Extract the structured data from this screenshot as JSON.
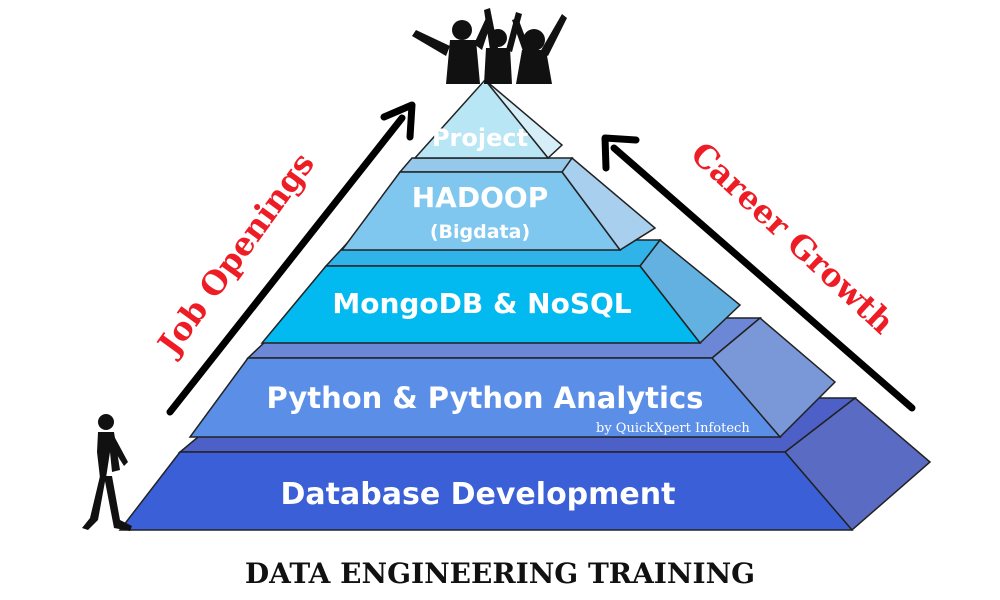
{
  "diagram": {
    "title": "DATA ENGINEERING TRAINING",
    "credit": "by QuickXpert Infotech",
    "left_label": "Job Openings",
    "right_label": "Career Growth",
    "tiers": [
      {
        "label": "Database Development",
        "color": "#3a5fd6",
        "side_color": "#5a6bc4"
      },
      {
        "label": "Python & Python Analytics",
        "color": "#5b8ee6",
        "side_color": "#7a97d8"
      },
      {
        "label": "MongoDB & NoSQL",
        "color": "#03baf0",
        "side_color": "#62b1e0"
      },
      {
        "label": "HADOOP",
        "sublabel": "(Bigdata)",
        "color": "#7fc7ee",
        "side_color": "#a9cfee"
      },
      {
        "label": "Project",
        "color": "#b9e6f4",
        "side_color": "#d6eef7"
      }
    ],
    "accent_color": "#ee1c25",
    "icons": [
      "walking-person-icon",
      "celebrating-people-icon",
      "up-arrow-icon"
    ]
  }
}
